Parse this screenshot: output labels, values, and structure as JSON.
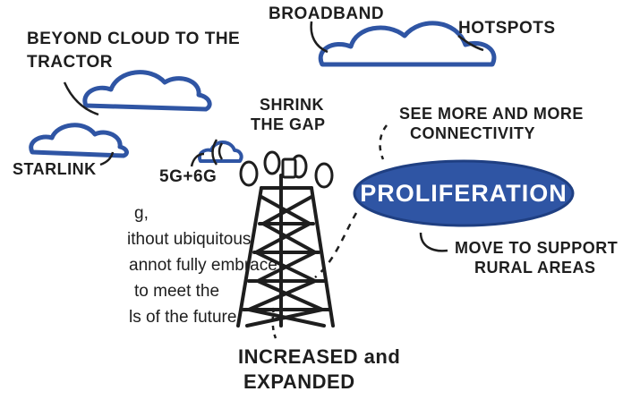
{
  "labels": {
    "beyond_cloud": "BEYOND CLOUD TO THE",
    "beyond_cloud_2": "TRACTOR",
    "broadband": "BROADBAND",
    "hotspots": "HOTSPOTS",
    "starlink": "STARLINK",
    "g5g6": "5G+6G",
    "shrink": "SHRINK",
    "shrink_2": "THE GAP",
    "see_more": "SEE MORE AND MORE",
    "see_more_2": "CONNECTIVITY",
    "proliferation": "PROLIFERATION",
    "move_to": "MOVE TO SUPPORT",
    "move_to_2": "RURAL AREAS",
    "increased": "INCREASED and",
    "increased_2": "EXPANDED"
  },
  "body_text": {
    "line1": "g,",
    "line2": "ithout ubiquitous",
    "line3": "annot fully embrace",
    "line4": "to meet the",
    "line5": "ls of the future."
  },
  "colors": {
    "cloud_blue": "#2f55a4",
    "ink": "#1e1e1e"
  }
}
